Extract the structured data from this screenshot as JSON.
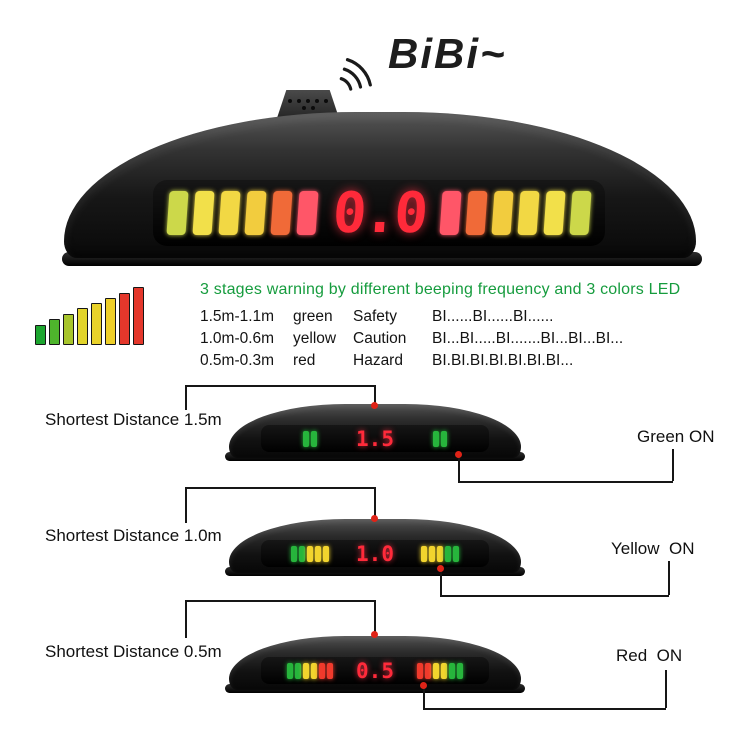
{
  "sound": {
    "label": "BiBi~"
  },
  "main_unit": {
    "value": "0.0",
    "left_bars": [
      "#ccd84a",
      "#f2e04a",
      "#f2d844",
      "#f2cc3e",
      "#f06a38",
      "#ff5668"
    ],
    "right_bars": [
      "#ff5668",
      "#f06a38",
      "#f2cc3e",
      "#f2d844",
      "#f2e04a",
      "#ccd84a"
    ]
  },
  "led_colors": {
    "green": "#27b53c",
    "yellow": "#f2d42e",
    "red": "#f03a2c"
  },
  "legend": {
    "title": "3 stages warning by different beeping frequency and 3 colors LED",
    "icon_bars": [
      {
        "color": "#1ca52f",
        "height": 20
      },
      {
        "color": "#4eb52c",
        "height": 26
      },
      {
        "color": "#a8c52c",
        "height": 31
      },
      {
        "color": "#e2d42b",
        "height": 37
      },
      {
        "color": "#e9d22a",
        "height": 42
      },
      {
        "color": "#eecf29",
        "height": 47
      },
      {
        "color": "#e4372b",
        "height": 52
      },
      {
        "color": "#e4372b",
        "height": 58
      }
    ],
    "rows": [
      {
        "range": "1.5m-1.1m",
        "color": "green",
        "level": "Safety",
        "beep": "BI......BI......BI......"
      },
      {
        "range": "1.0m-0.6m",
        "color": "yellow",
        "level": "Caution",
        "beep": "BI...BI.....BI.......BI...BI...BI..."
      },
      {
        "range": "0.5m-0.3m",
        "color": "red",
        "level": "Hazard",
        "beep": "BI.BI.BI.BI.BI.BI.BI..."
      }
    ]
  },
  "stages": [
    {
      "label": "Shortest Distance 1.5m",
      "value": "1.5",
      "status": "Green ON",
      "left_bars": [
        "green",
        "green"
      ],
      "right_bars": [
        "green",
        "green"
      ]
    },
    {
      "label": "Shortest Distance 1.0m",
      "value": "1.0",
      "status": "Yellow  ON",
      "left_bars": [
        "green",
        "green",
        "yellow",
        "yellow",
        "yellow"
      ],
      "right_bars": [
        "yellow",
        "yellow",
        "yellow",
        "green",
        "green"
      ]
    },
    {
      "label": "Shortest Distance 0.5m",
      "value": "0.5",
      "status": "Red  ON",
      "left_bars": [
        "green",
        "green",
        "yellow",
        "yellow",
        "red",
        "red"
      ],
      "right_bars": [
        "red",
        "red",
        "yellow",
        "yellow",
        "green",
        "green"
      ]
    }
  ]
}
